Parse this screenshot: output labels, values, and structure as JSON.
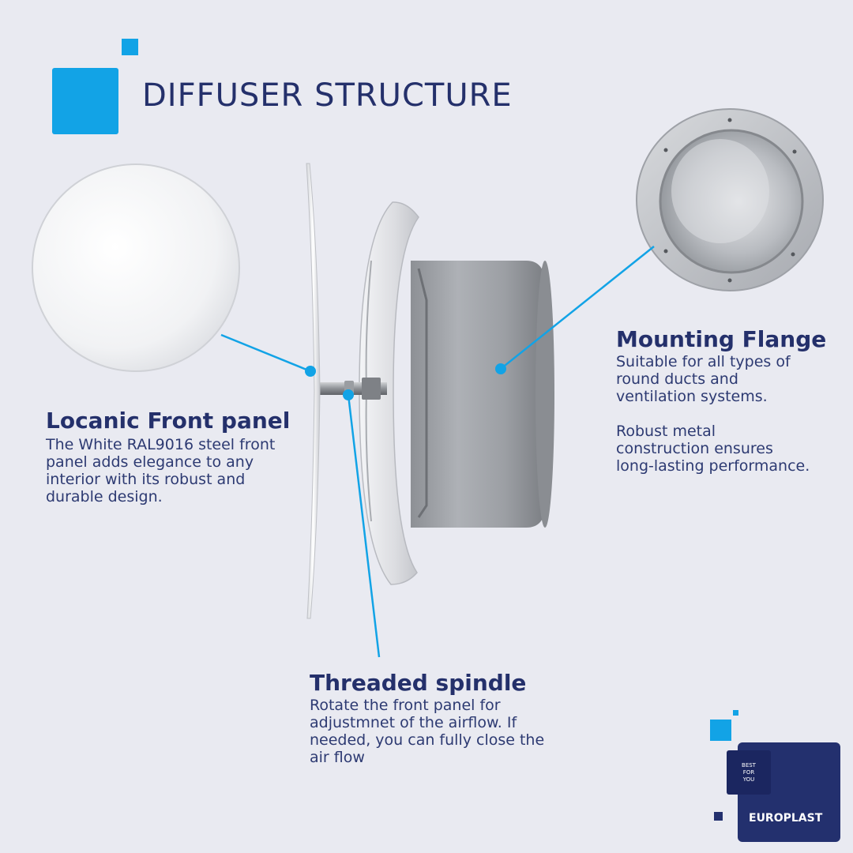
{
  "title": "DIFFUSER STRUCTURE",
  "colors": {
    "accent": "#12a3e6",
    "navy": "#24306b",
    "background": "#e9eaf1",
    "logo_bg": "#23306e"
  },
  "callouts": {
    "front_panel": {
      "heading": "Locanic Front panel",
      "body": "The White RAL9016 steel front panel adds elegance to any interior with its robust and durable design."
    },
    "flange": {
      "heading": "Mounting Flange",
      "body": "Suitable for all types of round ducts and ventilation systems.",
      "body2": "Robust metal construction ensures long-lasting performance."
    },
    "spindle": {
      "heading": "Threaded spindle",
      "body": "Rotate the front panel for adjustmnet of the airflow. If needed, you can fully close the air flow"
    }
  },
  "logo": {
    "badge_line1": "BEST",
    "badge_line2": "FOR",
    "badge_line3": "YOU",
    "brand": "EUROPLAST"
  }
}
